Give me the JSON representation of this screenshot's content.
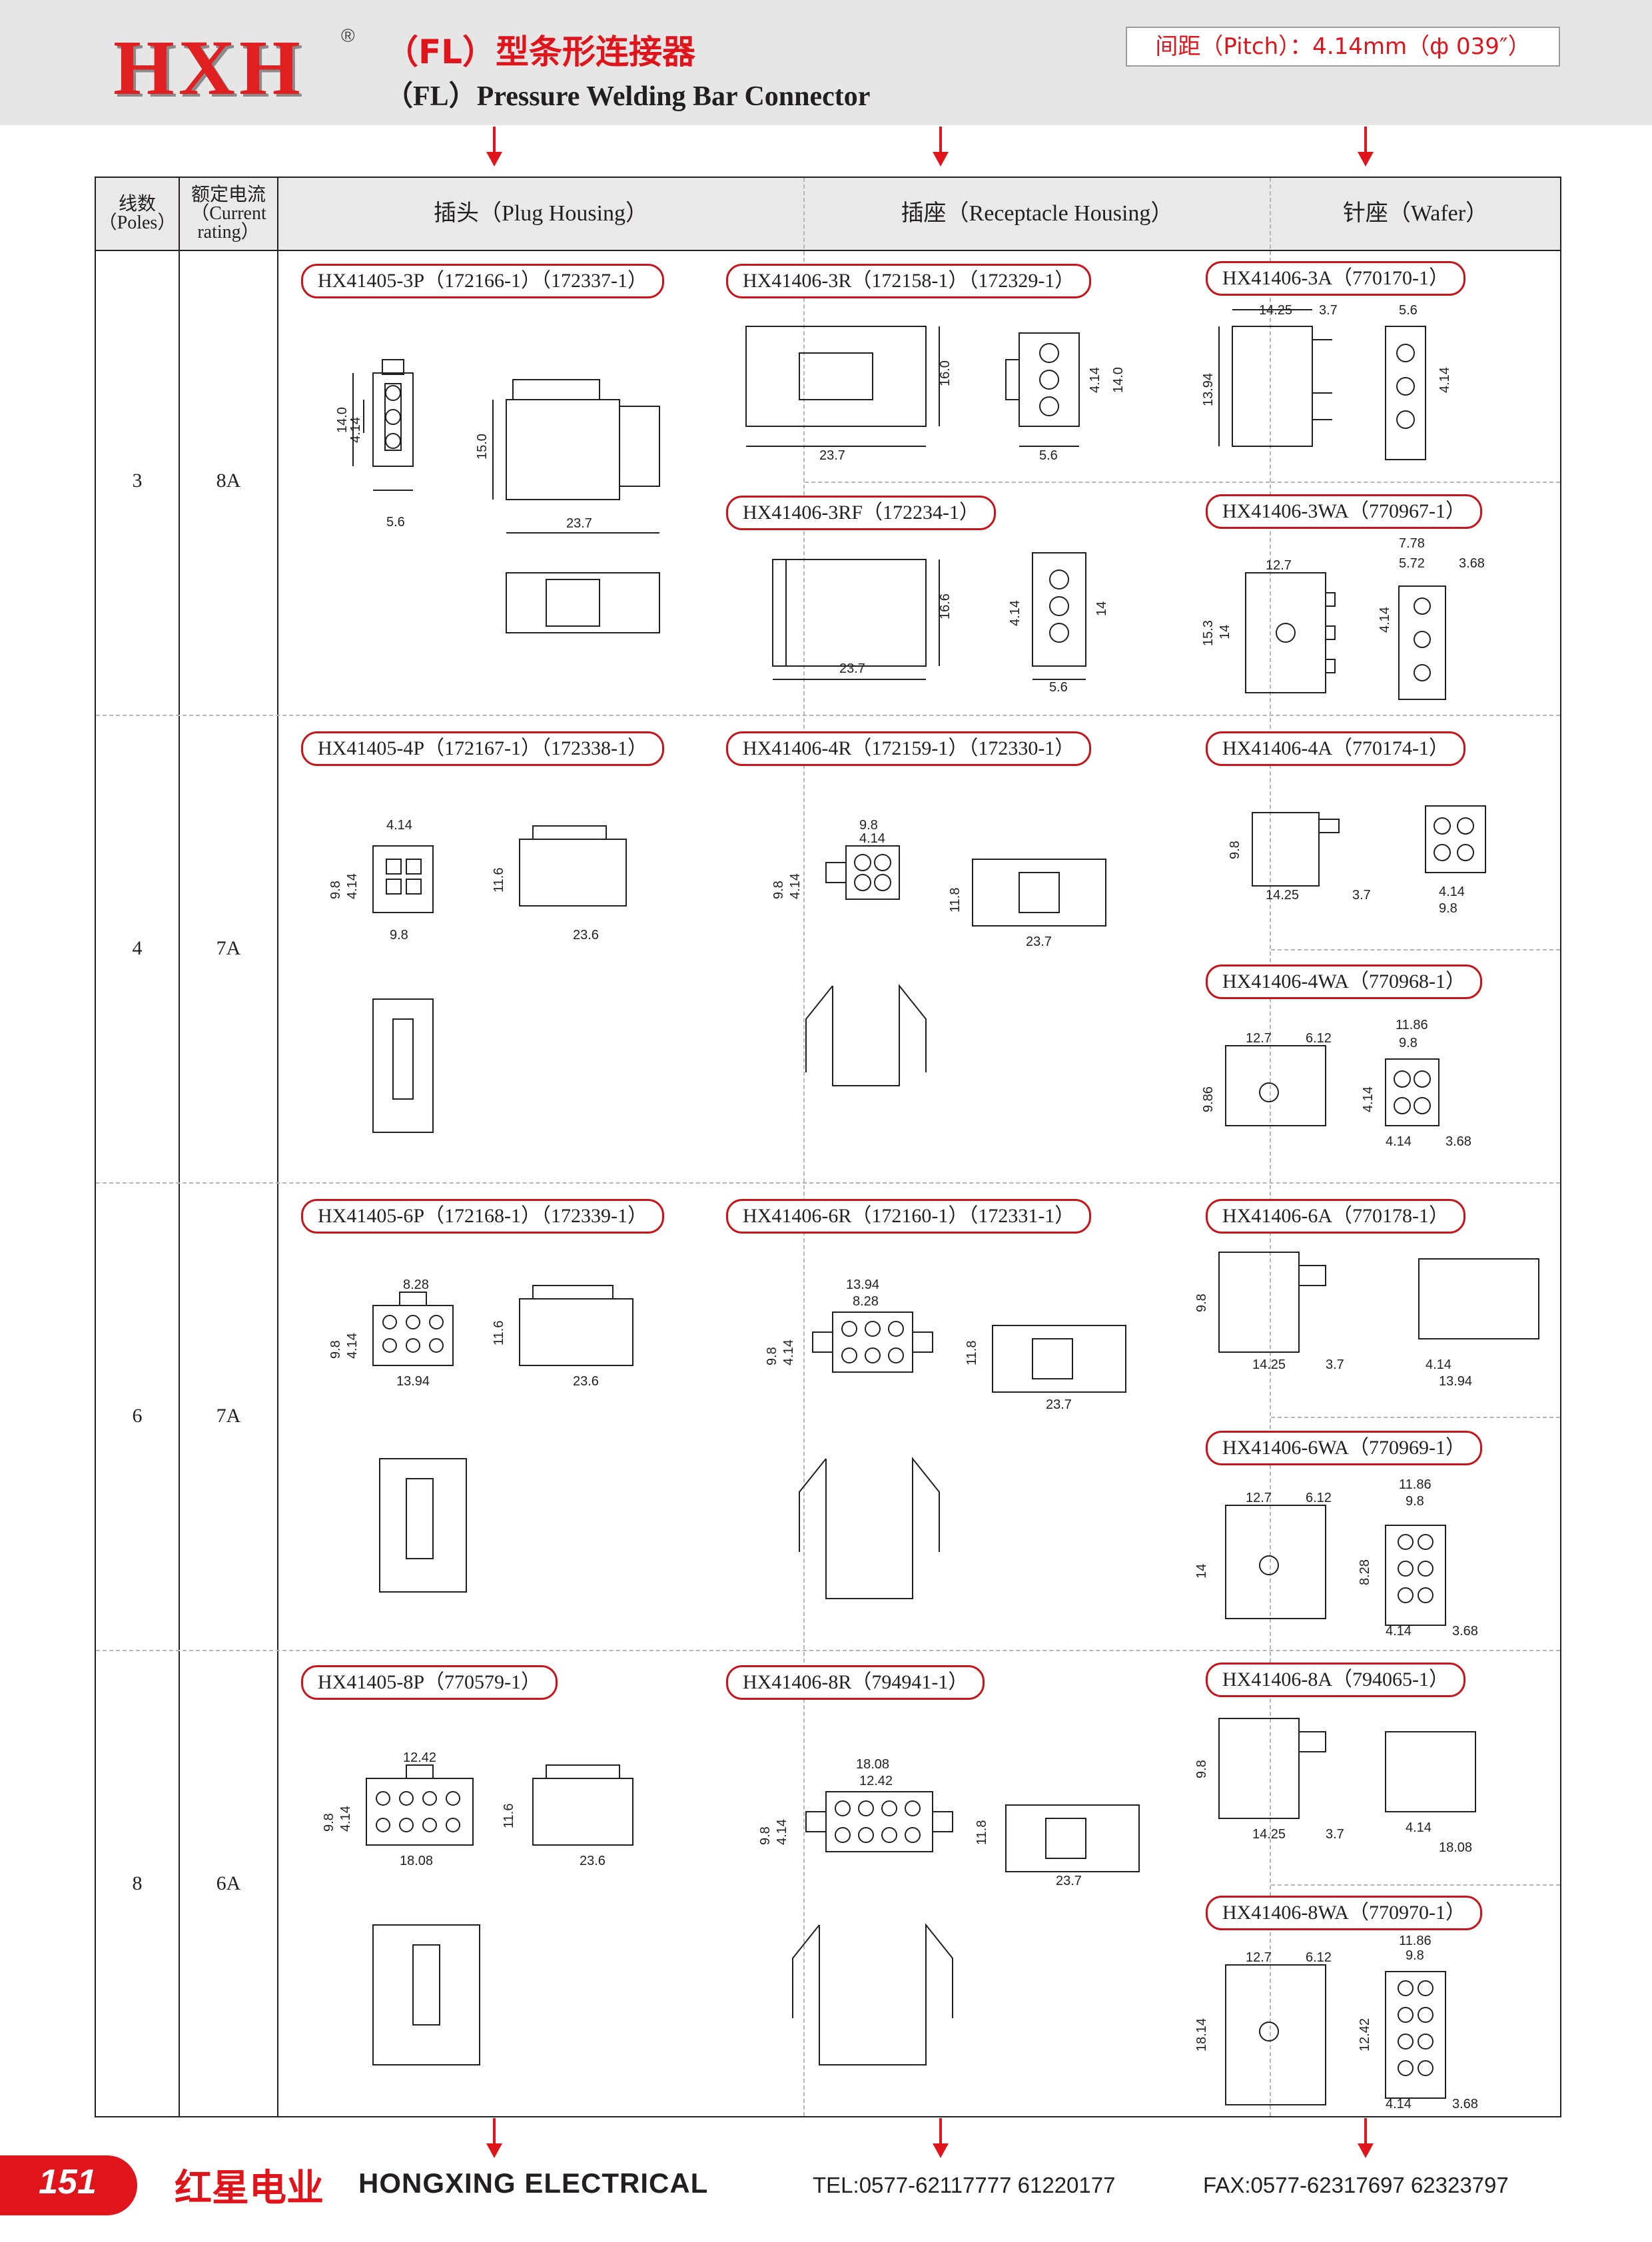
{
  "header": {
    "logo": "HXH",
    "registered": "®",
    "title_cn": "（FL）型条形连接器",
    "title_en": "（FL）Pressure Welding Bar Connector",
    "pitch": "间距（Pitch）：4.14mm（ф 039″）"
  },
  "table": {
    "headers": {
      "poles": "线数（Poles）",
      "current": "额定电流（Current rating）",
      "plug": "插头（Plug Housing）",
      "receptacle": "插座（Receptacle Housing）",
      "wafer": "针座（Wafer）"
    },
    "rows": [
      {
        "poles": "3",
        "current": "8A"
      },
      {
        "poles": "4",
        "current": "7A"
      },
      {
        "poles": "6",
        "current": "7A"
      },
      {
        "poles": "8",
        "current": "6A"
      }
    ]
  },
  "parts": {
    "p3": "HX41405-3P（172166-1）（172337-1）",
    "r3": "HX41406-3R（172158-1）（172329-1）",
    "rf3": "HX41406-3RF（172234-1）",
    "a3": "HX41406-3A（770170-1）",
    "wa3": "HX41406-3WA（770967-1）",
    "p4": "HX41405-4P（172167-1）（172338-1）",
    "r4": "HX41406-4R（172159-1）（172330-1）",
    "a4": "HX41406-4A（770174-1）",
    "wa4": "HX41406-4WA（770968-1）",
    "p6": "HX41405-6P（172168-1）（172339-1）",
    "r6": "HX41406-6R（172160-1）（172331-1）",
    "a6": "HX41406-6A（770178-1）",
    "wa6": "HX41406-6WA（770969-1）",
    "p8": "HX41405-8P（770579-1）",
    "r8": "HX41406-8R（794941-1）",
    "a8": "HX41406-8A（794065-1）",
    "wa8": "HX41406-8WA（770970-1）"
  },
  "dims": {
    "d3p": [
      "14.0",
      "4.14",
      "5.6",
      "15.0",
      "23.7"
    ],
    "d3r": [
      "16.0",
      "23.7",
      "4.14",
      "14.0",
      "5.6"
    ],
    "d3rf": [
      "16.6",
      "23.7",
      "4.14",
      "14",
      "5.6"
    ],
    "d3a": [
      "14.25",
      "3.7",
      "5.6",
      "13.94",
      "4.14"
    ],
    "d3wa": [
      "12.7",
      "7.78",
      "5.72",
      "3.68",
      "15.3",
      "14",
      "4.14"
    ],
    "d4p": [
      "4.14",
      "9.8",
      "4.14",
      "9.8",
      "11.6",
      "23.6"
    ],
    "d4r": [
      "9.8",
      "4.14",
      "9.8",
      "4.14",
      "11.8",
      "23.7"
    ],
    "d4a": [
      "9.8",
      "14.25",
      "3.7",
      "4.14",
      "9.8"
    ],
    "d4wa": [
      "12.7",
      "6.12",
      "11.86",
      "9.8",
      "9.86",
      "4.14",
      "4.14",
      "3.68"
    ],
    "d6p": [
      "8.28",
      "9.8",
      "4.14",
      "13.94",
      "11.6",
      "23.6"
    ],
    "d6r": [
      "13.94",
      "8.28",
      "9.8",
      "4.14",
      "11.8",
      "23.7"
    ],
    "d6a": [
      "9.8",
      "14.25",
      "3.7",
      "4.14",
      "13.94"
    ],
    "d6wa": [
      "12.7",
      "6.12",
      "11.86",
      "9.8",
      "14",
      "8.28",
      "4.14",
      "3.68"
    ],
    "d8p": [
      "12.42",
      "9.8",
      "4.14",
      "18.08",
      "11.6",
      "23.6"
    ],
    "d8r": [
      "18.08",
      "12.42",
      "9.8",
      "4.14",
      "11.8",
      "23.7"
    ],
    "d8a": [
      "9.8",
      "14.25",
      "3.7",
      "4.14",
      "18.08"
    ],
    "d8wa": [
      "12.7",
      "6.12",
      "11.86",
      "9.8",
      "18.14",
      "12.42",
      "4.14",
      "3.68"
    ]
  },
  "footer": {
    "page": "151",
    "company_cn": "红星电业",
    "company_en": "HONGXING ELECTRICAL",
    "tel": "TEL:0577-62117777   61220177",
    "fax": "FAX:0577-62317697   62323797"
  }
}
